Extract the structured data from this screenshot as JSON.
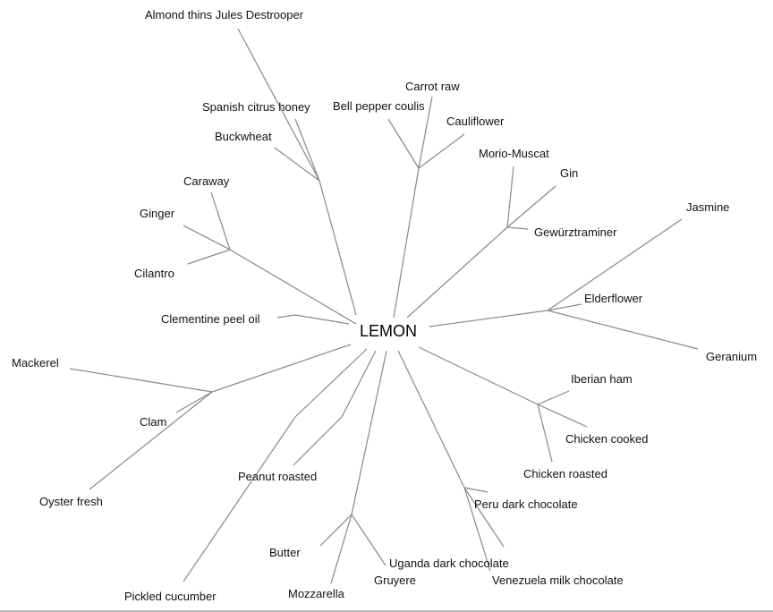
{
  "root": "LEMON",
  "edge_color": "#888888",
  "leaves": [
    "Almond thins Jules Destrooper",
    "Spanish citrus honey",
    "Buckwheat",
    "Bell pepper coulis",
    "Carrot raw",
    "Cauliflower",
    "Morio-Muscat",
    "Gin",
    "Gewürztraminer",
    "Jasmine",
    "Elderflower",
    "Geranium",
    "Iberian ham",
    "Chicken cooked",
    "Chicken roasted",
    "Peru dark chocolate",
    "Venezuela milk chocolate",
    "Uganda dark chocolate",
    "Butter",
    "Mozzarella",
    "Gruyere",
    "Peanut roasted",
    "Pickled cucumber",
    "Mackerel",
    "Clam",
    "Oyster fresh",
    "Clementine peel oil",
    "Caraway",
    "Ginger",
    "Cilantro"
  ]
}
